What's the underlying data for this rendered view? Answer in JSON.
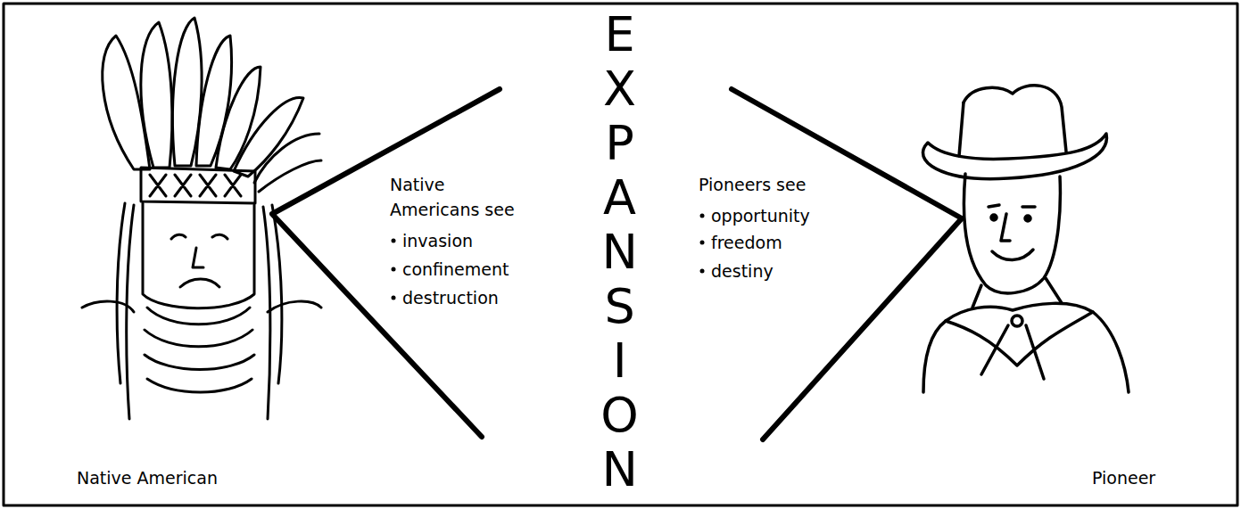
{
  "diagram": {
    "title": "EXPANSION",
    "labels": [
      "Native Americans see",
      "invasion",
      "confinement",
      "destruction",
      "Pioneers see",
      "opportunity",
      "freedom",
      "destiny",
      "Native American",
      "Pioneer"
    ]
  }
}
